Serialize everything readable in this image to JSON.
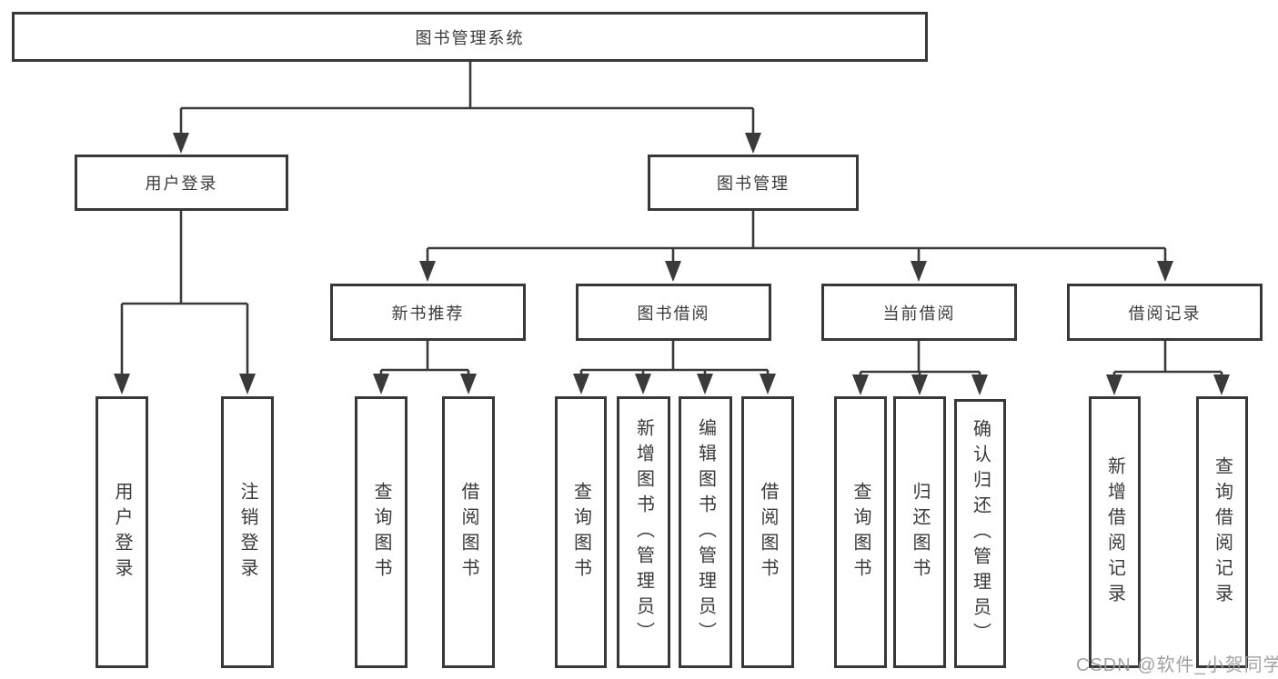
{
  "diagram": {
    "root": {
      "label": "图书管理系统"
    },
    "branches": [
      {
        "label": "用户登录",
        "children": [
          {
            "label": "用户登录"
          },
          {
            "label": "注销登录"
          }
        ]
      },
      {
        "label": "图书管理",
        "children": [
          {
            "label": "新书推荐",
            "children": [
              {
                "label": "查询图书"
              },
              {
                "label": "借阅图书"
              }
            ]
          },
          {
            "label": "图书借阅",
            "children": [
              {
                "label": "查询图书"
              },
              {
                "label": "新增图书（管理员）"
              },
              {
                "label": "编辑图书（管理员）"
              },
              {
                "label": "借阅图书"
              }
            ]
          },
          {
            "label": "当前借阅",
            "children": [
              {
                "label": "查询图书"
              },
              {
                "label": "归还图书"
              },
              {
                "label": "确认归还（管理员）"
              }
            ]
          },
          {
            "label": "借阅记录",
            "children": [
              {
                "label": "新增借阅记录"
              },
              {
                "label": "查询借阅记录"
              }
            ]
          }
        ]
      }
    ]
  },
  "watermark": {
    "text": "CSDN @软件_小贺同学"
  },
  "colors": {
    "line": "#3a3a3a",
    "box_border": "#383838",
    "text": "#3a3a3a",
    "background": "#ffffff",
    "watermark": "#9b9b9b"
  }
}
